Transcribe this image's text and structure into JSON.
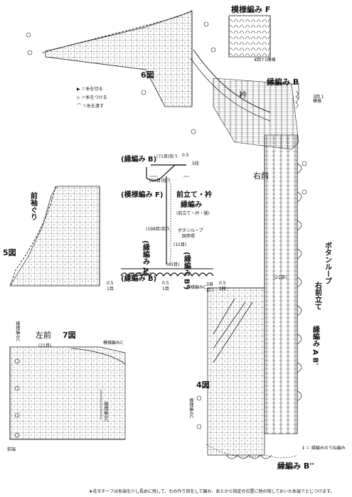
{
  "diagram": {
    "fig6": "6図",
    "fig5": "5図",
    "fig7": "7図",
    "fig4": "4図",
    "pattern_f": "模様編み F",
    "pattern_c": "模様編みC",
    "edge_b": "縁編み B",
    "edge_b_dprime": "縁編み B''",
    "collar": "衿",
    "right_front": "右前",
    "left_front": "左前",
    "front_armhole": "前袖ぐり",
    "button_loop": "ボタンループ",
    "right_placket": "右前立て",
    "edge_a_bprime": "縁編み A B'",
    "round4_note": "4回↑1模様",
    "round3_note": "3回 1模様",
    "ref_note": "‡ ＝ 縁編みのうね編み",
    "front_edge": "前端",
    "rows_21": "(21目)",
    "rows_21b": "(21目)",
    "footer": "★花モチーフは糸端を少し長めに残して、わの作り目をして編み、あとから指定の位置に他の残しておいた糸端でとじつけます。"
  },
  "legend": {
    "cut": "▶ ＝糸を切る",
    "join": "▷ ＝糸をつける",
    "transfer": "⌒ ＝糸を渡す"
  },
  "inset": {
    "edge_b": "(縁編み B)",
    "pattern_f": "(模様編み F)",
    "placket_collar": "前立て・衿",
    "edge": "縁編み",
    "edge_sub": "(前立て・衿・裾)",
    "button_loop": "ボタンループ",
    "button_loop_pos": "図参照",
    "edge_a": "(縁編み A)",
    "edge_bprime": "(縁編み B')",
    "edge_b_bottom": "(縁編み B)",
    "s71": "(71目)拾う",
    "s56": "(56目)拾う",
    "s198": "(198目)拾う",
    "s166": "(166目)拾う",
    "s63": "(63目)",
    "s15": "(15目)",
    "s5": "5段",
    "s05a": "0.5",
    "s05b": "0.5",
    "s05c": "0.5",
    "s05d": "0.5",
    "s1a": "1目",
    "s1b": "1目",
    "s2": "2段",
    "pickup": "拾う",
    "s3": "3目"
  }
}
